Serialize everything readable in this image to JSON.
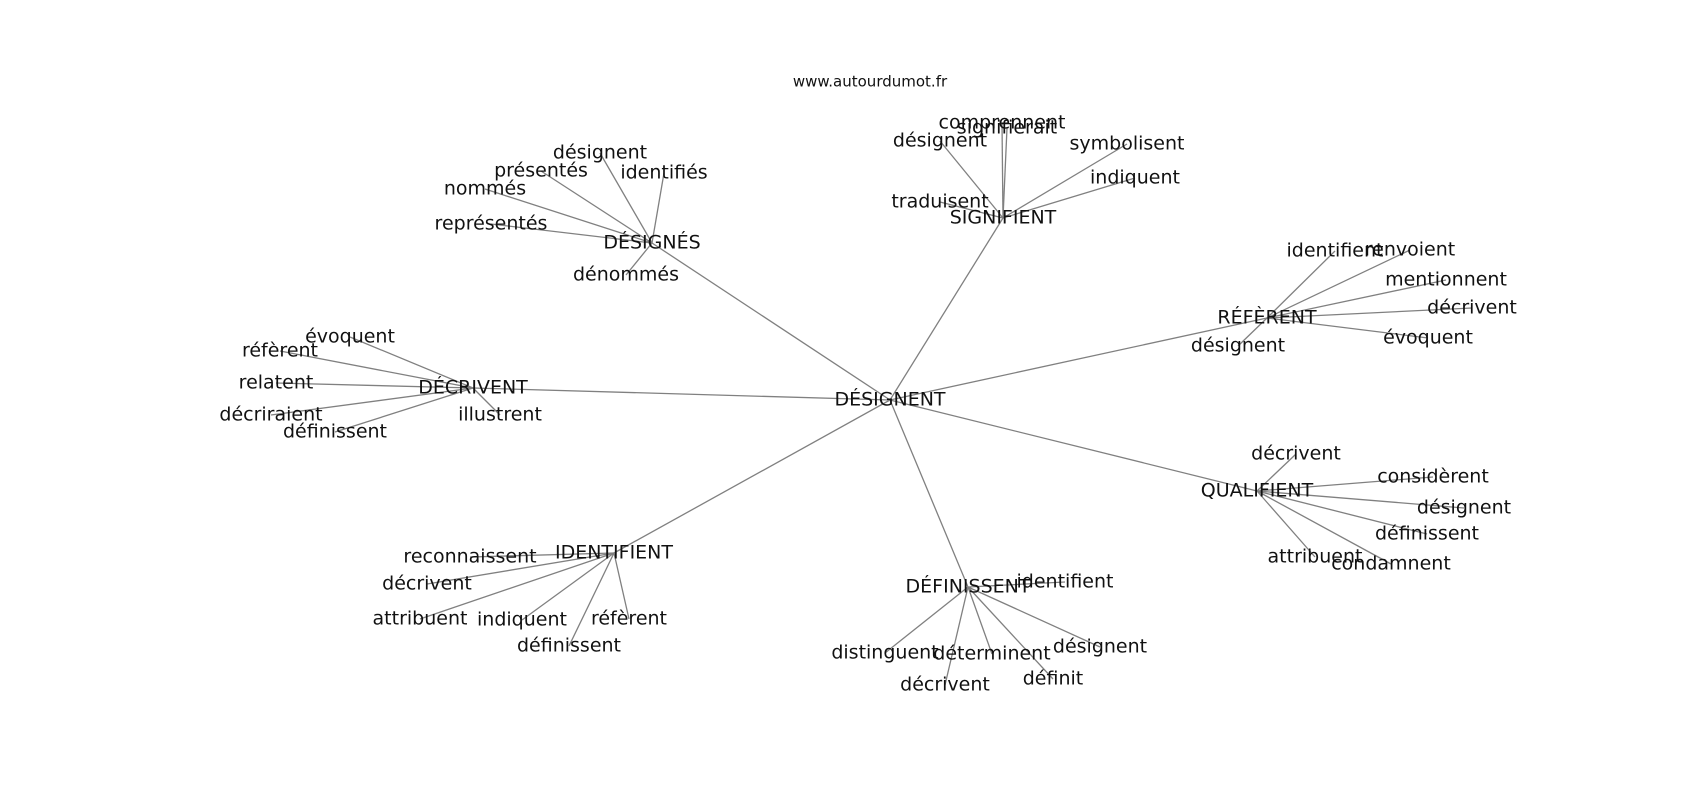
{
  "site_label": "www.autourdumot.fr",
  "center": "DÉSIGNENT",
  "groups": [
    {
      "hub": "SIGNIFIENT",
      "leaves": [
        "traduisent",
        "désignent",
        "comprennent",
        "signifierait",
        "symbolisent",
        "indiquent"
      ]
    },
    {
      "hub": "DÉSIGNÉS",
      "leaves": [
        "représentés",
        "nommés",
        "présentés",
        "désignent",
        "identifiés",
        "dénommés"
      ]
    },
    {
      "hub": "RÉFÈRENT",
      "leaves": [
        "identifient",
        "renvoient",
        "mentionnent",
        "décrivent",
        "évoquent",
        "désignent"
      ]
    },
    {
      "hub": "DÉCRIVENT",
      "leaves": [
        "évoquent",
        "réfèrent",
        "relatent",
        "décriraient",
        "définissent",
        "illustrent"
      ]
    },
    {
      "hub": "QUALIFIENT",
      "leaves": [
        "décrivent",
        "considèrent",
        "désignent",
        "définissent",
        "condamnent",
        "attribuent"
      ]
    },
    {
      "hub": "IDENTIFIENT",
      "leaves": [
        "reconnaissent",
        "décrivent",
        "attribuent",
        "indiquent",
        "définissent",
        "réfèrent"
      ]
    },
    {
      "hub": "DÉFINISSENT",
      "leaves": [
        "identifient",
        "désignent",
        "définit",
        "déterminent",
        "décrivent",
        "distinguent"
      ]
    }
  ]
}
